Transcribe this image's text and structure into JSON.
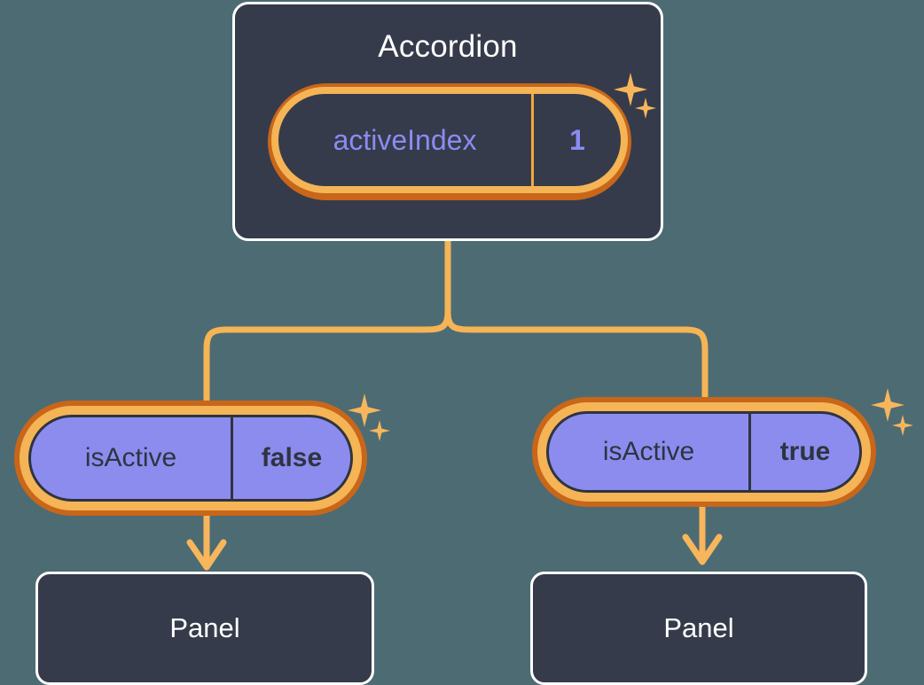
{
  "diagram": {
    "background_color": "#4d6b73",
    "accent_color": "#f5b455",
    "accent_dark_color": "#c8661a",
    "box_fill_color": "#353b4a",
    "prop_fill_color": "#8c8cef",
    "state_text_color": "#8b8bf2"
  },
  "accordion": {
    "title": "Accordion",
    "state": {
      "key": "activeIndex",
      "value": "1"
    }
  },
  "children": [
    {
      "prop": {
        "key": "isActive",
        "value": "false"
      },
      "component": {
        "title": "Panel"
      }
    },
    {
      "prop": {
        "key": "isActive",
        "value": "true"
      },
      "component": {
        "title": "Panel"
      }
    }
  ],
  "icons": {
    "sparkle_large": "sparkle-icon",
    "sparkle_small": "sparkle-small-icon",
    "arrow": "arrow-down-icon"
  }
}
